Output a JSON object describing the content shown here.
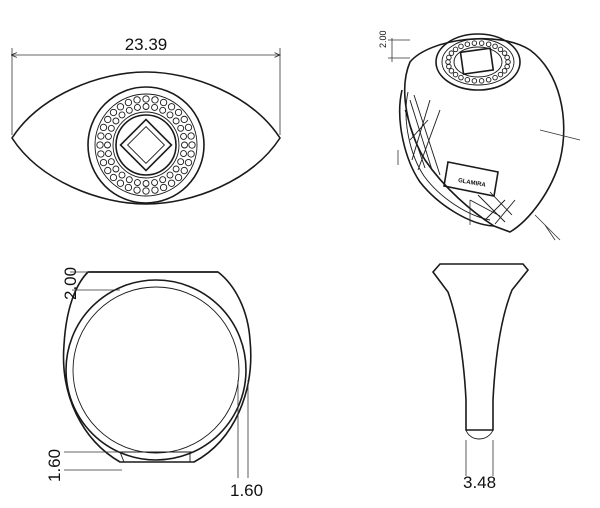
{
  "top_view": {
    "width_label": "23.39"
  },
  "iso_view": {
    "small_dim_top": "2.00",
    "engraving": "GLAMIRA"
  },
  "front_view": {
    "top_thickness_label": "2.00",
    "bottom_thickness_label": "1.60",
    "bottom_right_label": "1.60"
  },
  "side_view": {
    "bottom_width_label": "3.48"
  }
}
